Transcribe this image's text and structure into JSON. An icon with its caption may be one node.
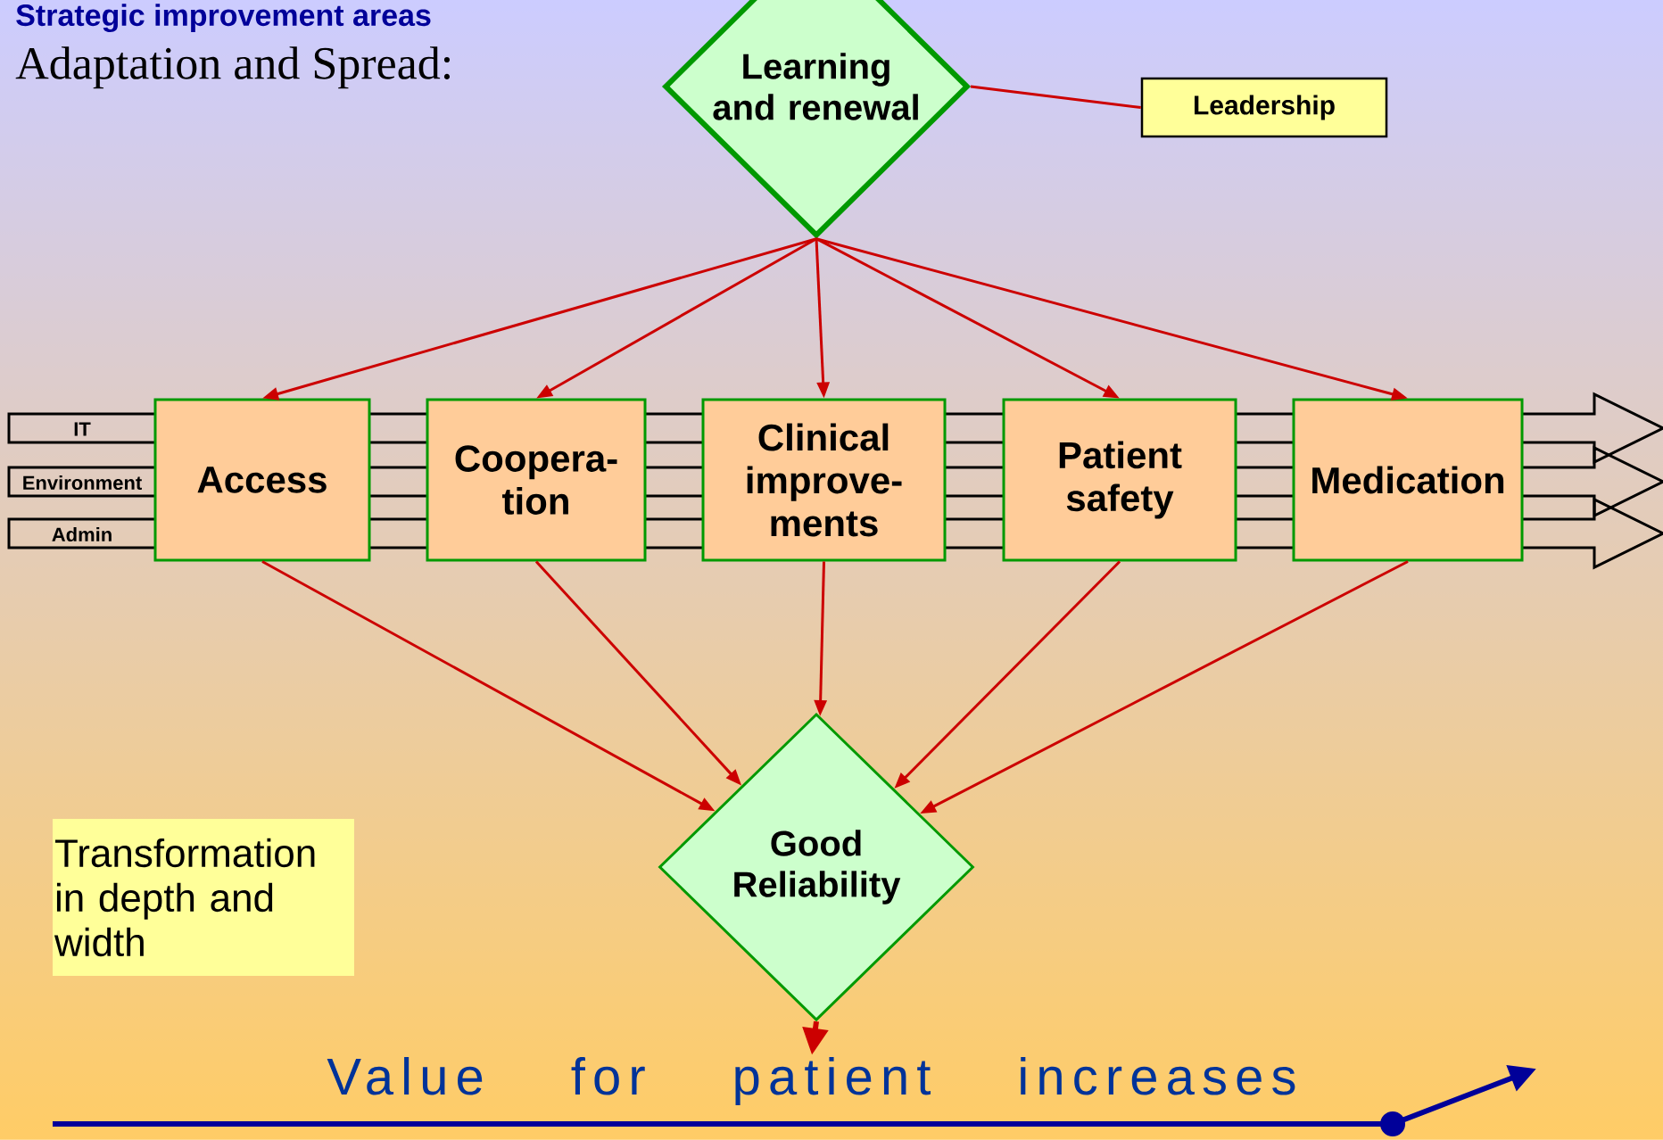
{
  "diagram": {
    "title": "Strategic improvement areas",
    "nodes": [
      {
        "text": [
          "Learning and renewal"
        ]
      },
      {
        "text": [
          "Leadership"
        ]
      },
      {
        "text": [
          "IT"
        ]
      },
      {
        "text": [
          "Environment"
        ]
      },
      {
        "text": [
          "Admin"
        ]
      },
      {
        "text": [
          "Access"
        ]
      },
      {
        "text": [
          "Coopera-tion"
        ]
      },
      {
        "text": [
          "Clinical improve-ments"
        ]
      },
      {
        "text": [
          "Patient safety"
        ]
      },
      {
        "text": [
          "Medication"
        ]
      },
      {
        "text": [
          "Good Reliability"
        ]
      },
      {
        "text": [
          "Transformation in depth and width"
        ]
      },
      {
        "text": [
          "Value for patient increases"
        ]
      }
    ],
    "edges": [
      {
        "from": 0,
        "to": 1,
        "arrow": "none"
      },
      {
        "from": 0,
        "to": 5,
        "arrow": "to"
      },
      {
        "from": 0,
        "to": 6,
        "arrow": "to"
      },
      {
        "from": 0,
        "to": 7,
        "arrow": "to"
      },
      {
        "from": 0,
        "to": 8,
        "arrow": "to"
      },
      {
        "from": 0,
        "to": 9,
        "arrow": "to"
      },
      {
        "from": 5,
        "to": 10,
        "arrow": "to"
      },
      {
        "from": 6,
        "to": 10,
        "arrow": "to"
      },
      {
        "from": 7,
        "to": 10,
        "arrow": "to"
      },
      {
        "from": 8,
        "to": 10,
        "arrow": "to"
      },
      {
        "from": 9,
        "to": 10,
        "arrow": "to"
      },
      {
        "from": 10,
        "to": 12,
        "arrow": "to",
        "style": "thick"
      }
    ],
    "labels": [
      "Adaptation and Spread:"
    ]
  }
}
